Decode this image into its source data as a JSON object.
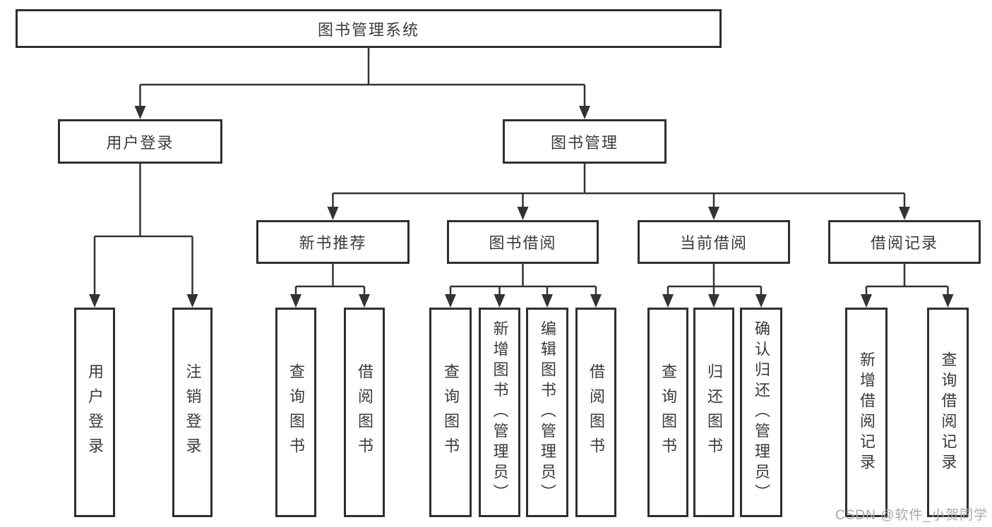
{
  "tree": {
    "root": {
      "label": "图书管理系统"
    },
    "branches": [
      {
        "label": "用户登录",
        "children": [
          {
            "label": "用户登录"
          },
          {
            "label": "注销登录"
          }
        ]
      },
      {
        "label": "图书管理",
        "groups": [
          {
            "label": "新书推荐",
            "children": [
              {
                "label": "查询图书"
              },
              {
                "label": "借阅图书"
              }
            ]
          },
          {
            "label": "图书借阅",
            "children": [
              {
                "label": "查询图书"
              },
              {
                "label": "新增图书（管理员）"
              },
              {
                "label": "编辑图书（管理员）"
              },
              {
                "label": "借阅图书"
              }
            ]
          },
          {
            "label": "当前借阅",
            "children": [
              {
                "label": "查询图书"
              },
              {
                "label": "归还图书"
              },
              {
                "label": "确认归还（管理员）"
              }
            ]
          },
          {
            "label": "借阅记录",
            "children": [
              {
                "label": "新增借阅记录"
              },
              {
                "label": "查询借阅记录"
              }
            ]
          }
        ]
      }
    ]
  },
  "watermark": "CSDN @软件_小贺同学",
  "colors": {
    "line": "#333333",
    "box_border": "#2f2f2f",
    "text": "#3a3a3a",
    "watermark": "#a8a8a8"
  }
}
